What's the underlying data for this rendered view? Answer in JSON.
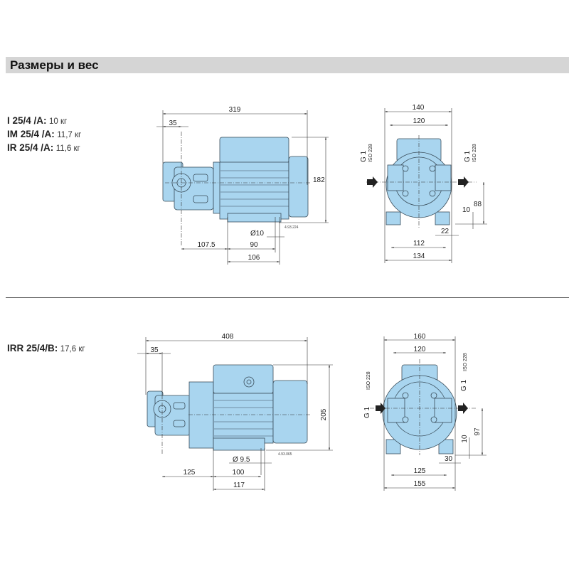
{
  "header": {
    "title": "Размеры и вес"
  },
  "group1": {
    "models": [
      {
        "name": "I    25/4 /A:",
        "weight": "10  кг"
      },
      {
        "name": "IM 25/4 /A:",
        "weight": "11,7 кг"
      },
      {
        "name": "IR  25/4 /A:",
        "weight": "11,6 кг"
      }
    ],
    "side": {
      "overall": "319",
      "flange": "35",
      "height": "182",
      "hole": "Ø10",
      "d1": "107.5",
      "d2": "90",
      "d3": "106",
      "code": "4.93.224"
    },
    "front": {
      "w1": "140",
      "w2": "120",
      "port": "G 1",
      "std": "ISO 228",
      "h1": "88",
      "h2": "10",
      "f1": "22",
      "f2": "112",
      "f3": "134"
    }
  },
  "group2": {
    "models": [
      {
        "name": "IRR 25/4/B:",
        "weight": "17,6 кг"
      }
    ],
    "side": {
      "overall": "408",
      "flange": "35",
      "height": "205",
      "hole": "Ø 9.5",
      "d1": "125",
      "d2": "100",
      "d3": "117",
      "code": "4.93.065"
    },
    "front": {
      "w1": "160",
      "w2": "120",
      "port": "G 1",
      "std": "ISO 228",
      "h1": "97",
      "h2": "10",
      "f1": "30",
      "f2": "125",
      "f3": "155"
    }
  },
  "colors": {
    "body": "#a9d5ef",
    "header": "#d5d5d5"
  }
}
